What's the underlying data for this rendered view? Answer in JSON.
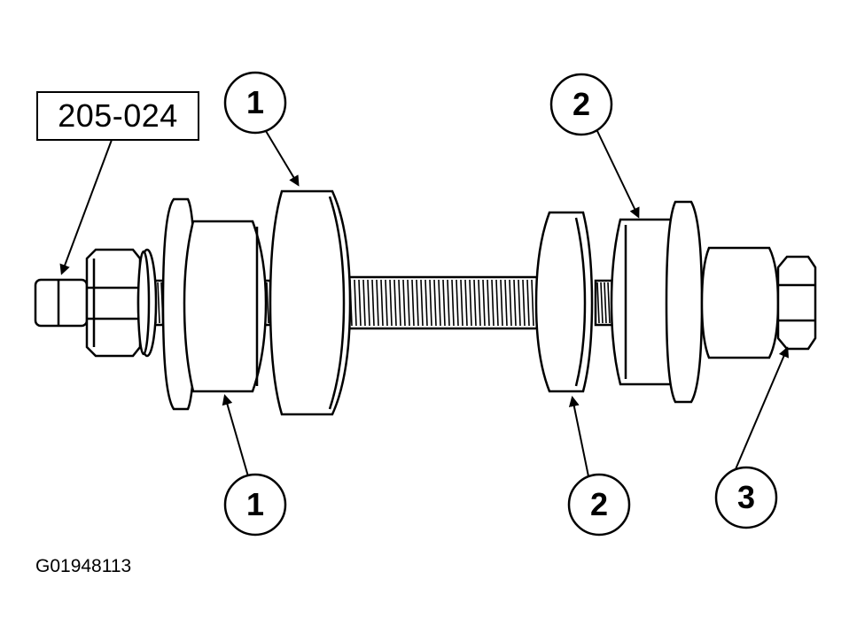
{
  "tool_number": "205-024",
  "figure_id": "G01948113",
  "callouts": {
    "top_left": "1",
    "top_right": "2",
    "bottom_left": "1",
    "bottom_middle": "2",
    "bottom_right": "3"
  }
}
